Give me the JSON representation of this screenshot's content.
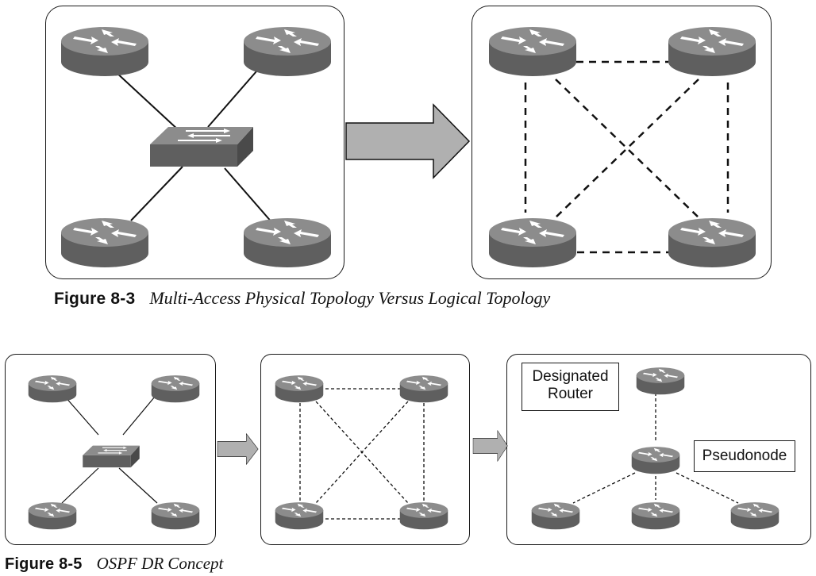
{
  "figure_8_3": {
    "number": "Figure 8-3",
    "title": "Multi-Access Physical Topology Versus Logical Topology",
    "physical_panel": {
      "devices": [
        "router",
        "router",
        "router",
        "router",
        "switch"
      ]
    },
    "logical_panel": {
      "devices": [
        "router",
        "router",
        "router",
        "router"
      ]
    }
  },
  "figure_8_5": {
    "number": "Figure 8-5",
    "title": "OSPF DR Concept",
    "labels": {
      "designated_router_line1": "Designated",
      "designated_router_line2": "Router",
      "pseudonode": "Pseudonode"
    }
  },
  "colors": {
    "device_top": "#8c8c8c",
    "device_side": "#5f5f5f",
    "arrow_fill": "#b0b0b0",
    "line": "#111111"
  },
  "icons": [
    "router-icon",
    "switch-icon",
    "right-arrow-icon"
  ]
}
